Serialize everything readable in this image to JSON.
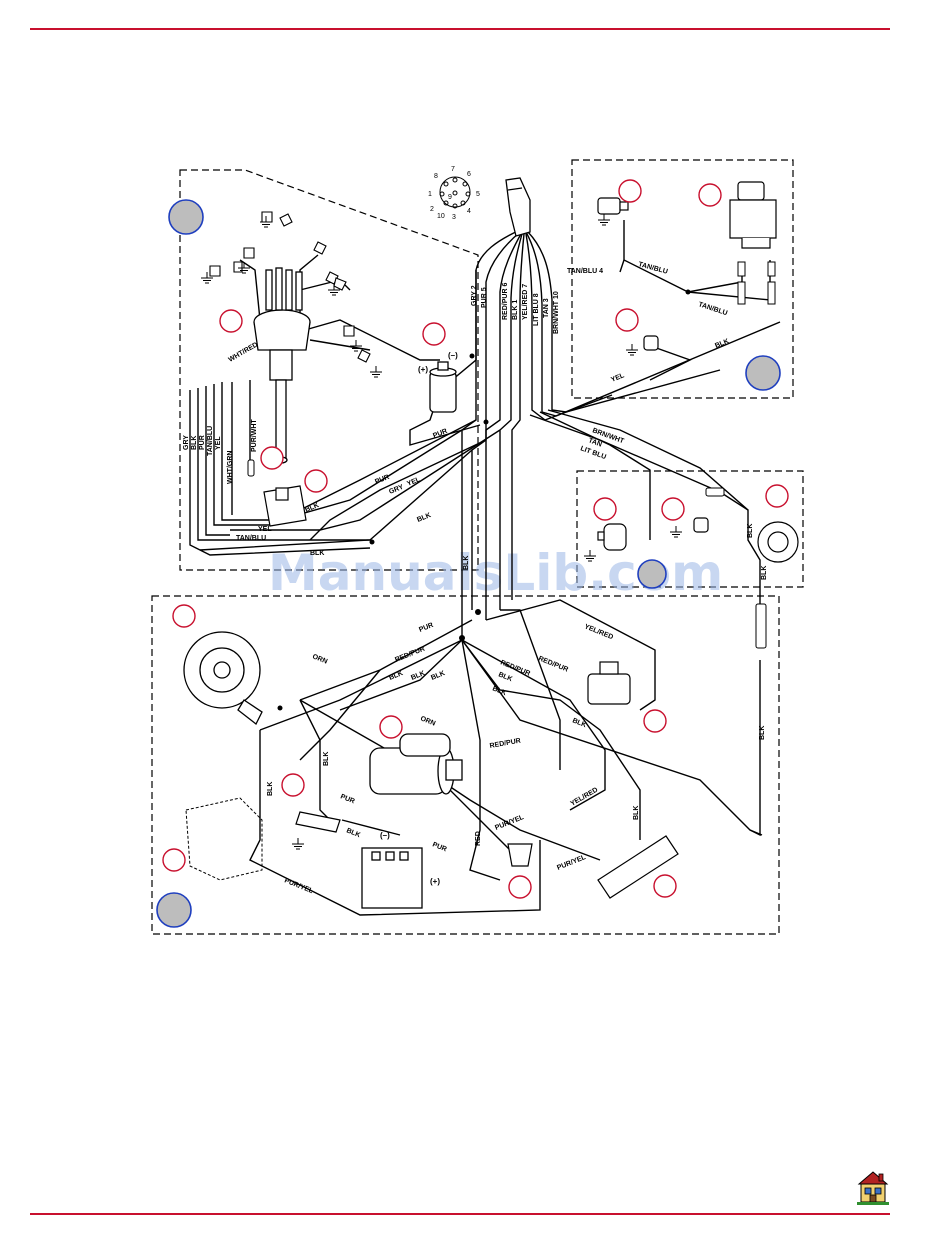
{
  "watermark": "ManualsLib.com",
  "connector_pins": [
    "1",
    "2",
    "3",
    "4",
    "5",
    "6",
    "7",
    "8",
    "9",
    "10"
  ],
  "harness": {
    "plug_wires": [
      "GRY 2",
      "PUR 5",
      "RED/PUR 6",
      "BLK 1",
      "YEL/RED 7",
      "LIT BLU 8",
      "TAN 3",
      "BRN/WHT 10"
    ]
  },
  "wires": {
    "tan_blu_4": "TAN/BLU 4",
    "tan_blu": "TAN/BLU",
    "blk": "BLK",
    "yel": "YEL",
    "pur": "PUR",
    "gry": "GRY",
    "brn_wht": "BRN/WHT",
    "tan": "TAN",
    "lit_blu": "LIT BLU",
    "orn": "ORN",
    "red_pur": "RED/PUR",
    "yel_red": "YEL/RED",
    "red": "RED",
    "pur_yel": "PUR/YEL",
    "pur_wht": "PUR/WHT",
    "wht_grn": "WHT/GRN",
    "wht_red": "WHT/RED"
  },
  "distributor_bundle": [
    "GRY",
    "BLK",
    "PUR",
    "TAN/BLU",
    "YEL"
  ],
  "polarity": {
    "plus": "(+)",
    "minus": "(–)"
  }
}
